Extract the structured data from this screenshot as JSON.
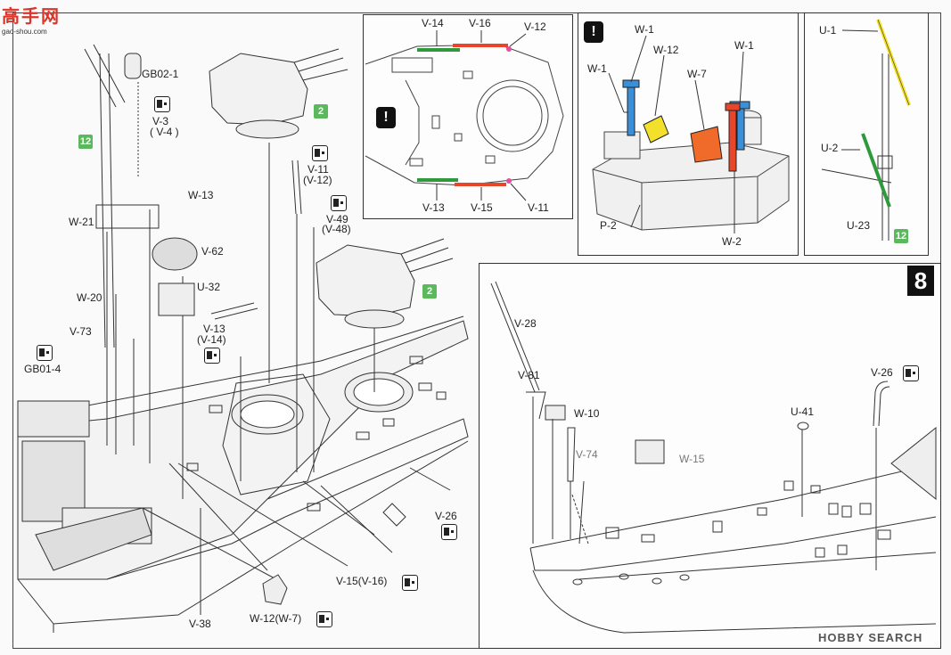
{
  "watermark_top": "高手网",
  "watermark_top_sub": "gao-shou.com",
  "watermark_bottom": "HOBBY SEARCH",
  "step_number": "8",
  "parts": {
    "gb02_1": "GB02-1",
    "v3": "V-3",
    "v4": "( V-4 )",
    "w13": "W-13",
    "v62": "V-62",
    "u32": "U-32",
    "w21": "W-21",
    "w20": "W-20",
    "v73": "V-73",
    "gb01_4": "GB01-4",
    "v11": "V-11",
    "v12_paren": "(V-12)",
    "v49": "V-49",
    "v48_paren": "(V-48)",
    "v13": "V-13",
    "v14_paren": "(V-14)",
    "v26_left": "V-26",
    "v15": "V-15(V-16)",
    "w12": "W-12(W-7)",
    "v38": "V-38",
    "in_v14": "V-14",
    "in_v16": "V-16",
    "in_v12": "V-12",
    "in_v13": "V-13",
    "in_v15": "V-15",
    "in_v11": "V-11",
    "p_w1a": "W-1",
    "p_w12": "W-12",
    "p_w1b": "W-1",
    "p_w1c": "W-1",
    "p_w7": "W-7",
    "p_p2": "P-2",
    "p_w2": "W-2",
    "u1": "U-1",
    "u2": "U-2",
    "u23": "U-23",
    "v28": "V-28",
    "v81": "V-81",
    "w10": "W-10",
    "v74": "V-74",
    "w15": "W-15",
    "u41": "U-41",
    "v26_right": "V-26"
  },
  "badges": {
    "b12_left": "12",
    "b2_top": "2",
    "b2_mid": "2",
    "b12_right": "12"
  },
  "warning_mark": "!",
  "colors": {
    "red": "#e8462b",
    "green": "#2e9a3c",
    "blue": "#3a8fd8",
    "yellow": "#f2e02a",
    "orange": "#f06a2a",
    "badge": "#5cb85c"
  }
}
